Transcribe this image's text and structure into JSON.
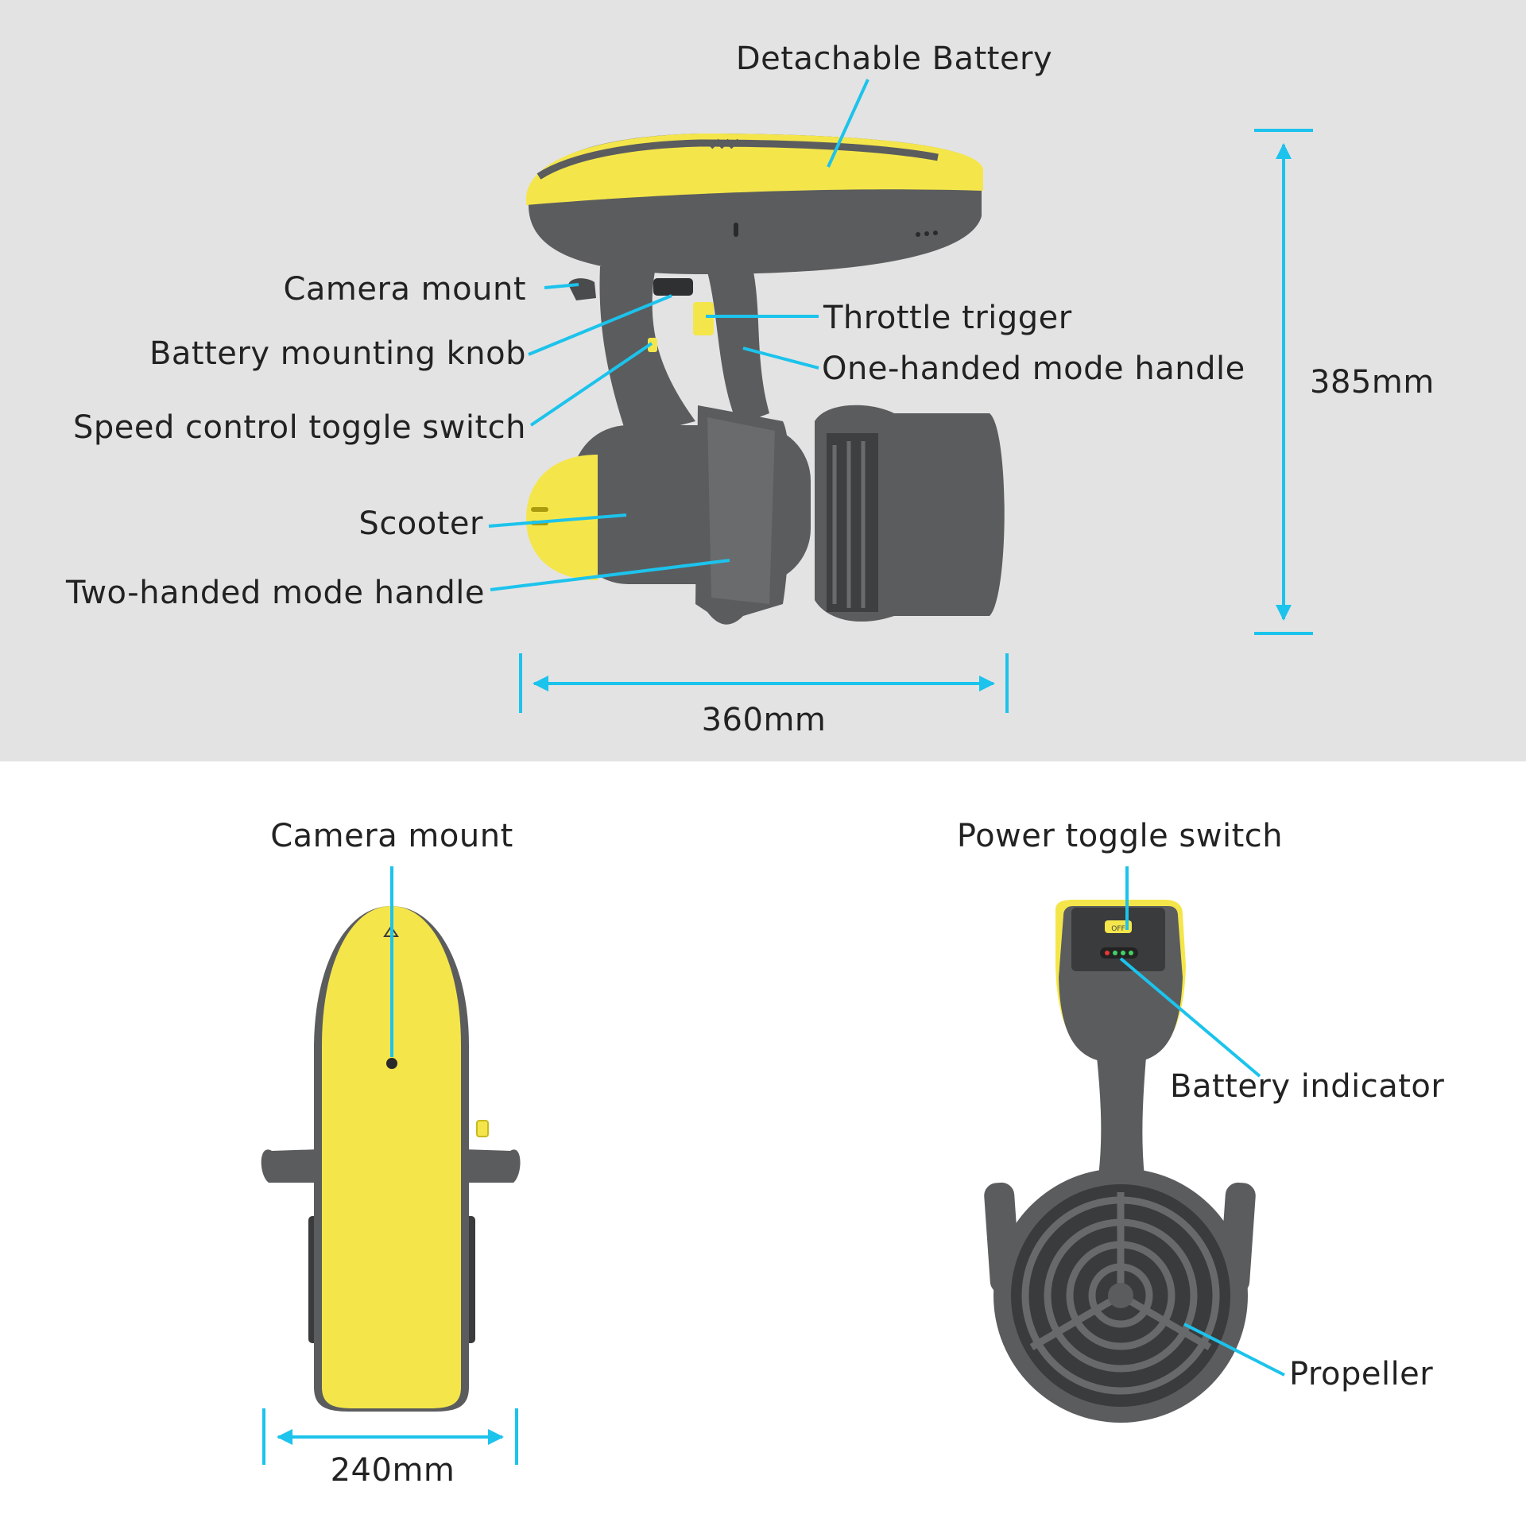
{
  "colors": {
    "top_background": "#e3e3e3",
    "bottom_background": "#ffffff",
    "leader_line": "#1cc3ec",
    "scooter_yellow": "#f4e64a",
    "scooter_gray": "#5b5c5e",
    "label_text": "#222222"
  },
  "side_view": {
    "labels": {
      "detachable_battery": "Detachable Battery",
      "camera_mount": "Camera mount",
      "battery_mounting_knob": "Battery mounting knob",
      "speed_control_toggle_switch": "Speed control toggle switch",
      "scooter": "Scooter",
      "two_handed_mode_handle": "Two-handed mode handle",
      "throttle_trigger": "Throttle trigger",
      "one_handed_mode_handle": "One-handed mode handle"
    },
    "dimensions": {
      "height": "385mm",
      "length": "360mm"
    }
  },
  "top_view": {
    "labels": {
      "camera_mount": "Camera mount"
    },
    "dimensions": {
      "width": "240mm"
    }
  },
  "rear_view": {
    "labels": {
      "power_toggle_switch": "Power toggle switch",
      "battery_indicator": "Battery indicator",
      "propeller": "Propeller"
    },
    "switch_text": "OFF"
  }
}
